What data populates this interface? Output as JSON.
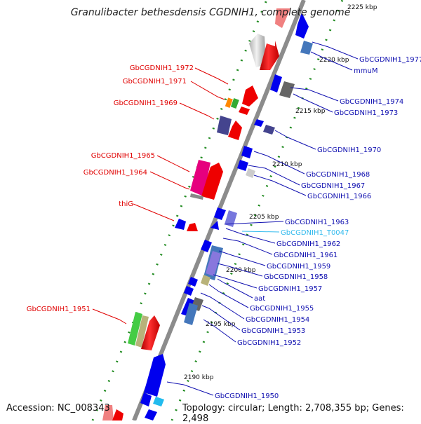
{
  "header": {
    "title": "Granulibacter bethesdensis CGDNIH1, complete genome"
  },
  "footer": {
    "accession": "Accession: NC_008343",
    "topology": "Topology: circular; Length: 2,708,355 bp; Genes: 2,498"
  },
  "colors": {
    "backbone": "#8c8c8c",
    "dots": "#1e8a1e",
    "left_label": "#e00000",
    "right_label": "#1010b0",
    "trna_label": "#33bbee"
  },
  "kbp_ticks": [
    {
      "label": "2225 kbp"
    },
    {
      "label": "2220 kbp"
    },
    {
      "label": "2215 kbp"
    },
    {
      "label": "2210 kbp"
    },
    {
      "label": "2205 kbp"
    },
    {
      "label": "2200 kbp"
    },
    {
      "label": "2195 kbp"
    },
    {
      "label": "2190 kbp"
    }
  ],
  "left_labels": [
    {
      "text": "GbCGDNIH1_1972"
    },
    {
      "text": "GbCGDNIH1_1971"
    },
    {
      "text": "GbCGDNIH1_1969"
    },
    {
      "text": "GbCGDNIH1_1965"
    },
    {
      "text": "GbCGDNIH1_1964"
    },
    {
      "text": "thiG"
    },
    {
      "text": "GbCGDNIH1_1951"
    }
  ],
  "right_labels": [
    {
      "text": "GbCGDNIH1_1977"
    },
    {
      "text": "mmuM"
    },
    {
      "text": "GbCGDNIH1_1974"
    },
    {
      "text": "GbCGDNIH1_1973"
    },
    {
      "text": "GbCGDNIH1_1970"
    },
    {
      "text": "GbCGDNIH1_1968"
    },
    {
      "text": "GbCGDNIH1_1967"
    },
    {
      "text": "GbCGDNIH1_1966"
    },
    {
      "text": "GbCGDNIH1_1963"
    },
    {
      "text": "GbCGDNIH1_T0047"
    },
    {
      "text": "GbCGDNIH1_1962"
    },
    {
      "text": "GbCGDNIH1_1961"
    },
    {
      "text": "GbCGDNIH1_1959"
    },
    {
      "text": "GbCGDNIH1_1958"
    },
    {
      "text": "GbCGDNIH1_1957"
    },
    {
      "text": "aat"
    },
    {
      "text": "GbCGDNIH1_1955"
    },
    {
      "text": "GbCGDNIH1_1954"
    },
    {
      "text": "GbCGDNIH1_1953"
    },
    {
      "text": "GbCGDNIH1_1952"
    },
    {
      "text": "GbCGDNIH1_1950"
    }
  ]
}
